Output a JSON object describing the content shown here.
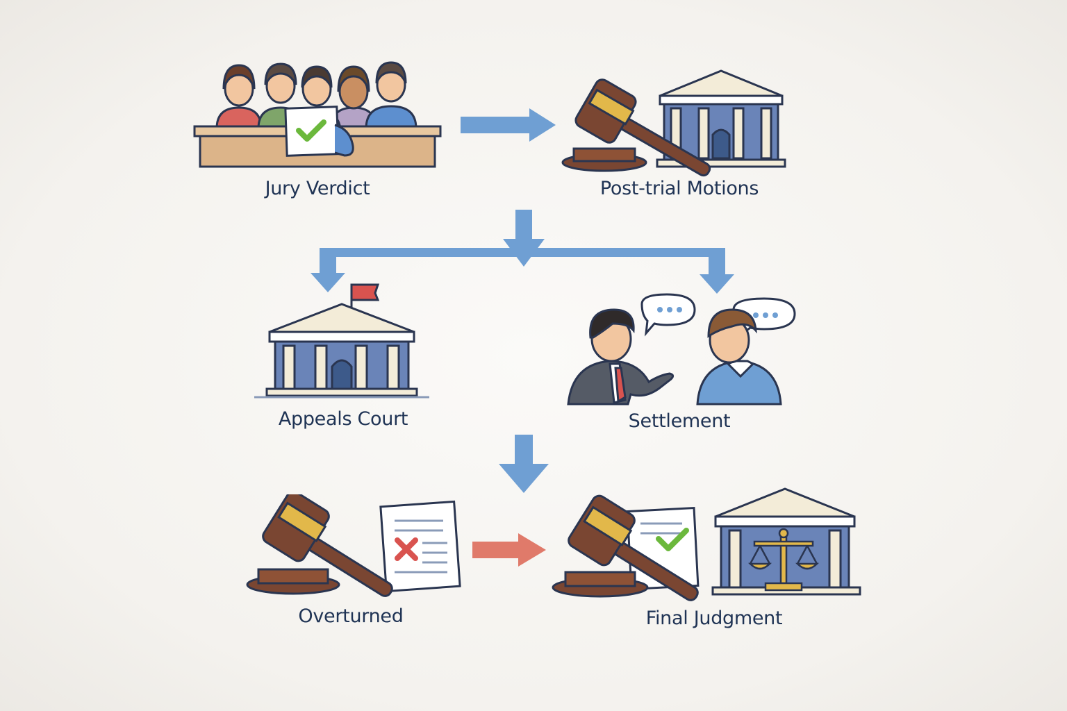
{
  "nodes": {
    "jury_verdict": {
      "label": "Jury Verdict",
      "icon": "jury-box-icon"
    },
    "post_trial_motions": {
      "label": "Post-trial Motions",
      "icon": "gavel-courthouse-icon"
    },
    "appeals_court": {
      "label": "Appeals Court",
      "icon": "courthouse-flag-icon"
    },
    "settlement": {
      "label": "Settlement",
      "icon": "negotiation-people-icon"
    },
    "overturned": {
      "label": "Overturned",
      "icon": "gavel-rejected-document-icon"
    },
    "final_judgment": {
      "label": "Final Judgment",
      "icon": "gavel-approved-scales-icon"
    }
  },
  "edges": [
    {
      "from": "jury_verdict",
      "to": "post_trial_motions",
      "color": "#6f9fd3"
    },
    {
      "from": "post_trial_motions",
      "to": "appeals_court",
      "color": "#6f9fd3"
    },
    {
      "from": "post_trial_motions",
      "to": "settlement",
      "color": "#6f9fd3"
    },
    {
      "from": "appeals_court",
      "to": "overturned",
      "color": "#6f9fd3"
    },
    {
      "from": "overturned",
      "to": "final_judgment",
      "color": "#e07a6a"
    }
  ],
  "colors": {
    "label": "#1f3354",
    "arrow_blue": "#6f9fd3",
    "arrow_red": "#e07a6a",
    "gavel_wood": "#7a4632",
    "gavel_band": "#e2b84a",
    "check_green": "#6bb83c",
    "cross_red": "#d9534f",
    "building_blue": "#6a84b8"
  }
}
